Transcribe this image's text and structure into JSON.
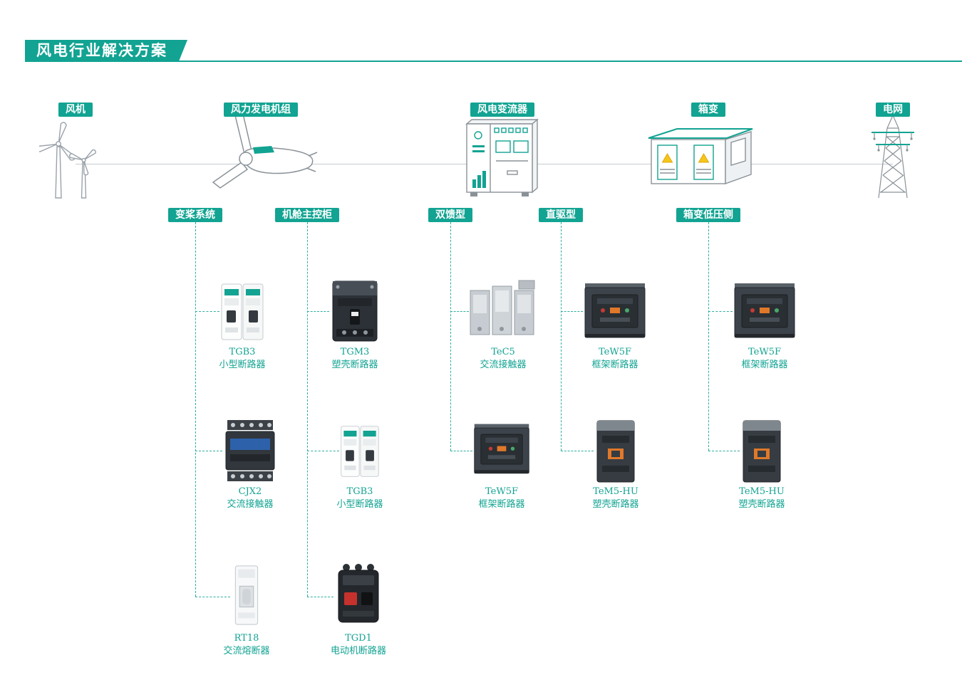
{
  "title": "风电行业解决方案",
  "colors": {
    "accent": "#12A392",
    "caption": "#12A392",
    "warning": "#f5c51a"
  },
  "top_nodes": [
    {
      "label": "风机",
      "icon": "wind-turbines-icon"
    },
    {
      "label": "风力发电机组",
      "icon": "wind-generator-icon"
    },
    {
      "label": "风电变流器",
      "icon": "converter-cabinet-icon"
    },
    {
      "label": "箱变",
      "icon": "box-substation-icon"
    },
    {
      "label": "电网",
      "icon": "power-grid-tower-icon"
    }
  ],
  "branches": [
    {
      "label": "变桨系统",
      "products": [
        {
          "model": "TGB3",
          "type": "小型断路器",
          "icon": "mcb-icon"
        },
        {
          "model": "CJX2",
          "type": "交流接触器",
          "icon": "contactor-dark-icon"
        },
        {
          "model": "RT18",
          "type": "交流熔断器",
          "icon": "fuse-icon"
        }
      ]
    },
    {
      "label": "机舱主控柜",
      "products": [
        {
          "model": "TGM3",
          "type": "塑壳断路器",
          "icon": "mccb-icon"
        },
        {
          "model": "TGB3",
          "type": "小型断路器",
          "icon": "mcb-icon"
        },
        {
          "model": "TGD1",
          "type": "电动机断路器",
          "icon": "motor-breaker-icon"
        }
      ]
    },
    {
      "label": "双馈型",
      "products": [
        {
          "model": "TeC5",
          "type": "交流接触器",
          "icon": "contactor-gray-icon"
        },
        {
          "model": "TeW5F",
          "type": "框架断路器",
          "icon": "acb-icon"
        }
      ]
    },
    {
      "label": "直驱型",
      "products": [
        {
          "model": "TeW5F",
          "type": "框架断路器",
          "icon": "acb-icon"
        },
        {
          "model": "TeM5-HU",
          "type": "塑壳断路器",
          "icon": "mccb-orange-icon"
        }
      ]
    },
    {
      "label": "箱变低压侧",
      "products": [
        {
          "model": "TeW5F",
          "type": "框架断路器",
          "icon": "acb-icon"
        },
        {
          "model": "TeM5-HU",
          "type": "塑壳断路器",
          "icon": "mccb-orange-icon"
        }
      ]
    }
  ]
}
